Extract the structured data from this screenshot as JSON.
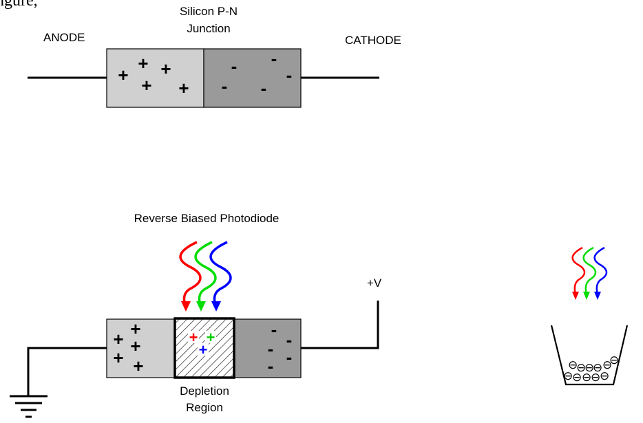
{
  "top_text": "ngure,",
  "junction": {
    "title_line1": "Silicon P-N",
    "title_line2": "Junction",
    "anode_label": "ANODE",
    "cathode_label": "CATHODE",
    "p_sign": "+",
    "n_sign": "-",
    "p_color": "#d0d0d0",
    "n_color": "#9a9a9a"
  },
  "photodiode": {
    "title": "Reverse Biased Photodiode",
    "voltage_label": "+V",
    "depletion_line1": "Depletion",
    "depletion_line2": "Region",
    "p_sign": "+",
    "n_sign": "-",
    "carrier_colors": [
      "#ff0000",
      "#00cc00",
      "#0000ff"
    ]
  },
  "light_colors": {
    "red": "#ff0000",
    "green": "#00dd00",
    "blue": "#0000ff"
  },
  "bucket": {
    "electron_symbol": "⊖"
  }
}
